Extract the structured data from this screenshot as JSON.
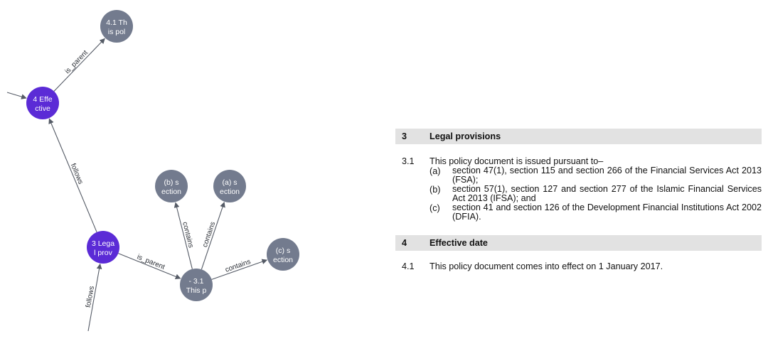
{
  "graph": {
    "nodes": [
      {
        "id": "n41",
        "lines": [
          "4.1 Th",
          "is pol"
        ],
        "kind": "gray"
      },
      {
        "id": "n4",
        "lines": [
          "4 Effe",
          "ctive"
        ],
        "kind": "purple"
      },
      {
        "id": "n3",
        "lines": [
          "3 Lega",
          "l prov"
        ],
        "kind": "purple"
      },
      {
        "id": "n31",
        "lines": [
          "- 3.1",
          "This p"
        ],
        "kind": "gray"
      },
      {
        "id": "nb",
        "lines": [
          "(b) s",
          "ection"
        ],
        "kind": "gray"
      },
      {
        "id": "na",
        "lines": [
          "(a) s",
          "ection"
        ],
        "kind": "gray"
      },
      {
        "id": "nc",
        "lines": [
          "(c) s",
          "ection"
        ],
        "kind": "gray"
      }
    ],
    "edges": [
      {
        "from": "n4",
        "to": "n41",
        "label": "is_parent"
      },
      {
        "from": "n3",
        "to": "n4",
        "label": "follows"
      },
      {
        "from": "n3",
        "to": "n31",
        "label": "is_parent"
      },
      {
        "from": "n31",
        "to": "nb",
        "label": "contains"
      },
      {
        "from": "n31",
        "to": "na",
        "label": "contains"
      },
      {
        "from": "n31",
        "to": "nc",
        "label": "contains"
      },
      {
        "from": "offbottom",
        "to": "n3",
        "label": "follows"
      },
      {
        "from": "offleft",
        "to": "n4",
        "label": ""
      }
    ],
    "colors": {
      "purple": "#5b2bd6",
      "gray": "#737b8e",
      "edge": "#555b66"
    }
  },
  "document": {
    "sections": [
      {
        "number": "3",
        "title": "Legal provisions",
        "paragraphs": [
          {
            "number": "3.1",
            "intro": "This policy document is issued pursuant to–",
            "items": [
              {
                "label": "(a)",
                "text": "section 47(1), section 115 and section 266 of the Financial Services Act 2013 (FSA);"
              },
              {
                "label": "(b)",
                "text": "section 57(1), section 127 and section 277 of the Islamic Financial Services Act 2013 (IFSA); and"
              },
              {
                "label": "(c)",
                "text": "section 41 and section 126 of the Development Financial Institutions Act 2002 (DFIA)."
              }
            ]
          }
        ]
      },
      {
        "number": "4",
        "title": "Effective date",
        "paragraphs": [
          {
            "number": "4.1",
            "intro": "This policy document comes into effect on 1 January 2017.",
            "items": []
          }
        ]
      }
    ]
  }
}
